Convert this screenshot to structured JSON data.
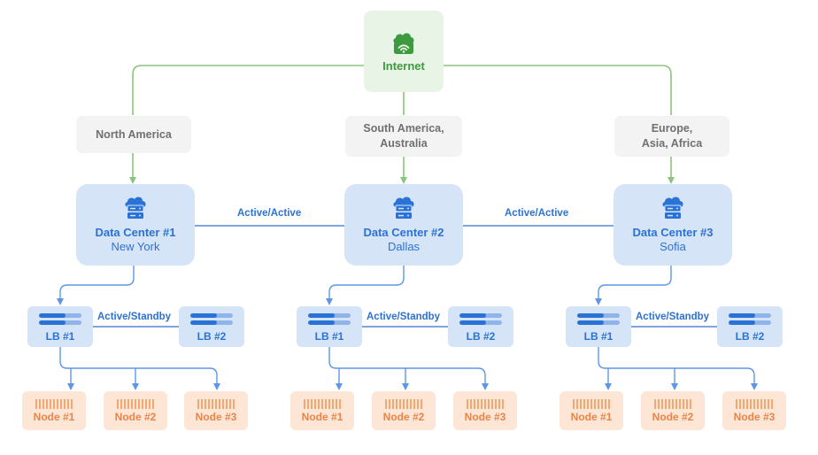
{
  "internet": {
    "label": "Internet",
    "icon": "cloud-wifi-icon"
  },
  "regions": [
    {
      "label": "North America"
    },
    {
      "label": "South America,\nAustralia"
    },
    {
      "label": "Europe,\nAsia, Africa"
    }
  ],
  "data_centers": [
    {
      "title": "Data Center #1",
      "city": "New York",
      "icon": "cloud-server-icon",
      "lb_primary": "LB #1",
      "lb_secondary": "LB #2",
      "lb_link": "Active/Standby",
      "nodes": [
        "Node #1",
        "Node #2",
        "Node #3"
      ]
    },
    {
      "title": "Data Center #2",
      "city": "Dallas",
      "icon": "cloud-server-icon",
      "lb_primary": "LB #1",
      "lb_secondary": "LB #2",
      "lb_link": "Active/Standby",
      "nodes": [
        "Node #1",
        "Node #2",
        "Node #3"
      ]
    },
    {
      "title": "Data Center #3",
      "city": "Sofia",
      "icon": "cloud-server-icon",
      "lb_primary": "LB #1",
      "lb_secondary": "LB #2",
      "lb_link": "Active/Standby",
      "nodes": [
        "Node #1",
        "Node #2",
        "Node #3"
      ]
    }
  ],
  "dc_links": [
    "Active/Active",
    "Active/Active"
  ],
  "colors": {
    "internet_bg": "#e8f4e5",
    "internet_accent": "#3e9a3e",
    "region_bg": "#f3f3f3",
    "region_text": "#707070",
    "dc_bg": "#d6e4f7",
    "dc_accent": "#2b72d6",
    "node_bg": "#fde6d5",
    "node_accent": "#ec8447"
  }
}
